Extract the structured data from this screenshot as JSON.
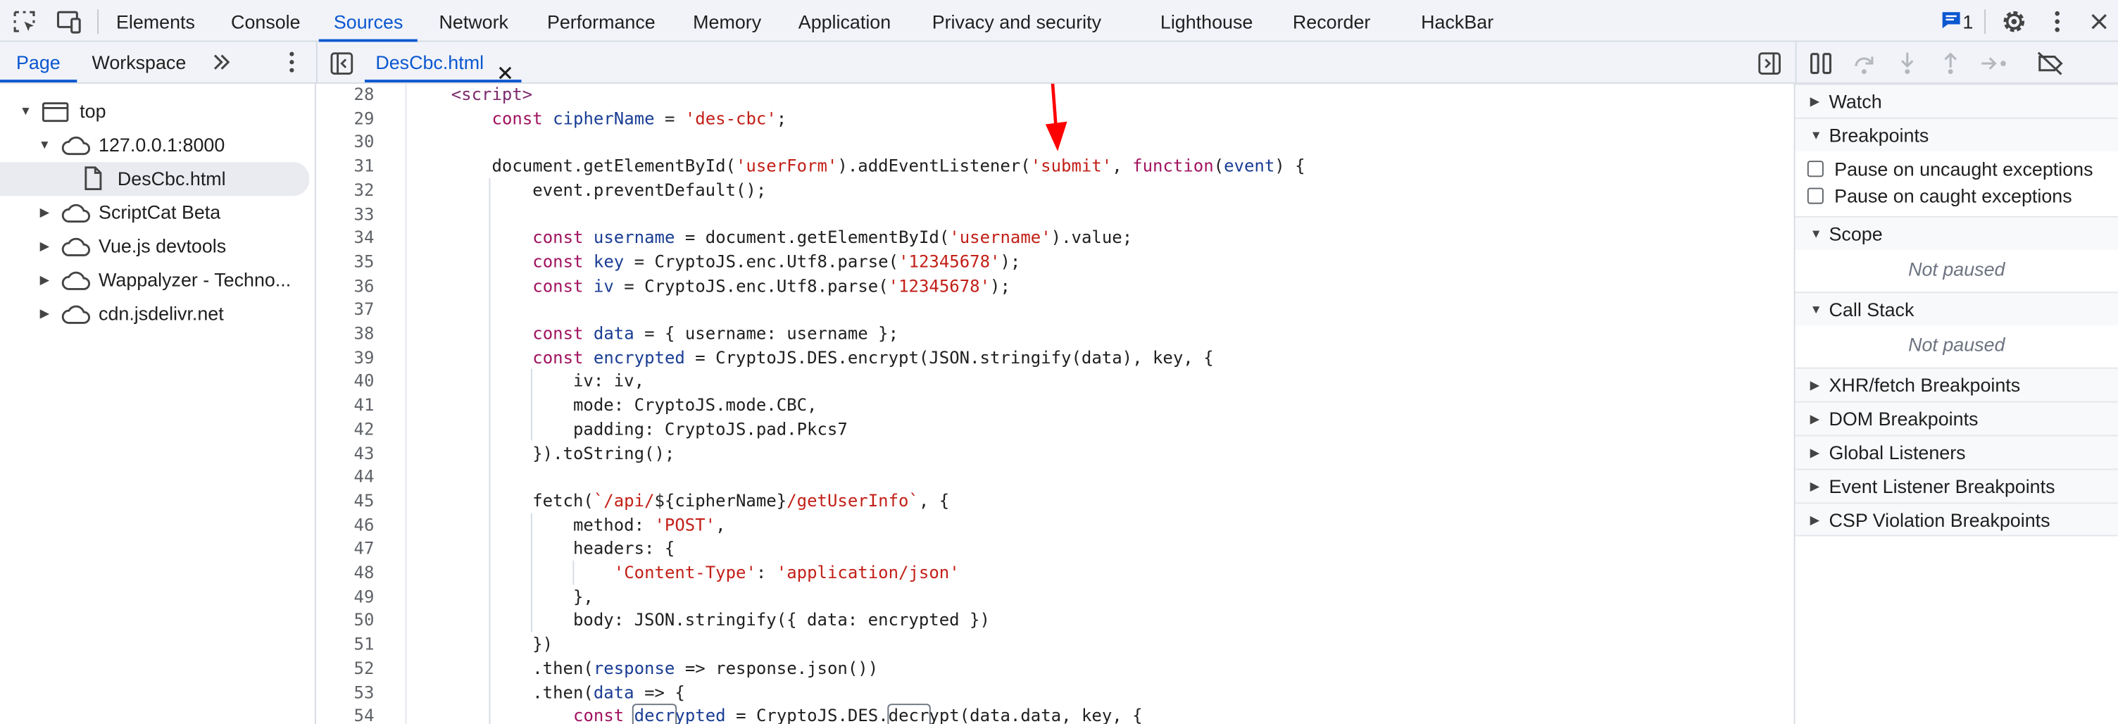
{
  "toolbar": {
    "tabs": [
      {
        "label": "Elements"
      },
      {
        "label": "Console"
      },
      {
        "label": "Sources"
      },
      {
        "label": "Network"
      },
      {
        "label": "Performance"
      },
      {
        "label": "Memory"
      },
      {
        "label": "Application"
      },
      {
        "label": "Privacy and security"
      },
      {
        "label": "Lighthouse"
      },
      {
        "label": "Recorder"
      },
      {
        "label": "HackBar"
      }
    ],
    "active_tab": "Sources",
    "issues_count": "1"
  },
  "navigator": {
    "tabs": [
      {
        "label": "Page"
      },
      {
        "label": "Workspace"
      }
    ],
    "tree": [
      {
        "label": "top"
      },
      {
        "label": "127.0.0.1:8000"
      },
      {
        "label": "DesCbc.html"
      },
      {
        "label": "ScriptCat Beta"
      },
      {
        "label": "Vue.js devtools"
      },
      {
        "label": "Wappalyzer - Techno..."
      },
      {
        "label": "cdn.jsdelivr.net"
      }
    ]
  },
  "editor": {
    "file_tab": "DesCbc.html",
    "line_numbers": [
      "28",
      "29",
      "30",
      "31",
      "32",
      "33",
      "34",
      "35",
      "36",
      "37",
      "38",
      "39",
      "40",
      "41",
      "42",
      "43",
      "44",
      "45",
      "46",
      "47",
      "48",
      "49",
      "50",
      "51",
      "52",
      "53",
      "54"
    ],
    "lines": [
      "<script>",
      "    const cipherName = 'des-cbc';",
      "",
      "    document.getElementById('userForm').addEventListener('submit', function(event) {",
      "        event.preventDefault();",
      "",
      "        const username = document.getElementById('username').value;",
      "        const key = CryptoJS.enc.Utf8.parse('12345678');",
      "        const iv = CryptoJS.enc.Utf8.parse('12345678');",
      "",
      "        const data = { username: username };",
      "        const encrypted = CryptoJS.DES.encrypt(JSON.stringify(data), key, {",
      "            iv: iv,",
      "            mode: CryptoJS.mode.CBC,",
      "            padding: CryptoJS.pad.Pkcs7",
      "        }).toString();",
      "",
      "        fetch(`/api/${cipherName}/getUserInfo`, {",
      "            method: 'POST',",
      "            headers: {",
      "                'Content-Type': 'application/json'",
      "            },",
      "            body: JSON.stringify({ data: encrypted })",
      "        })",
      "        .then(response => response.json())",
      "        .then(data => {",
      "            const decrypted = CryptoJS.DES.decrypt(data.data, key, {"
    ]
  },
  "debugger": {
    "sections": [
      {
        "label": "Watch"
      },
      {
        "label": "Breakpoints"
      },
      {
        "label": "Scope"
      },
      {
        "label": "Call Stack"
      },
      {
        "label": "XHR/fetch Breakpoints"
      },
      {
        "label": "DOM Breakpoints"
      },
      {
        "label": "Global Listeners"
      },
      {
        "label": "Event Listener Breakpoints"
      },
      {
        "label": "CSP Violation Breakpoints"
      }
    ],
    "pause_uncaught": "Pause on uncaught exceptions",
    "pause_caught": "Pause on caught exceptions",
    "not_paused": "Not paused"
  },
  "colors": {
    "accent": "#0b57d0",
    "annotation_arrow": "#ff0000"
  }
}
